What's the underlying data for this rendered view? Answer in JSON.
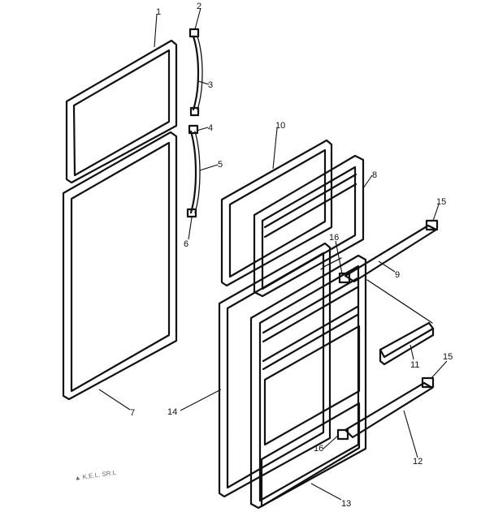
{
  "parts": {
    "p1": "1",
    "p2": "2",
    "p3": "3",
    "p4": "4",
    "p5": "5",
    "p6": "6",
    "p7": "7",
    "p8": "8",
    "p9": "9",
    "p10": "10",
    "p11": "11",
    "p12": "12",
    "p13": "13",
    "p14": "14",
    "p15a": "15",
    "p15b": "15",
    "p16a": "16",
    "p16b": "16"
  },
  "footer": {
    "faint_text": "▲ K.E.L. SR.L"
  }
}
